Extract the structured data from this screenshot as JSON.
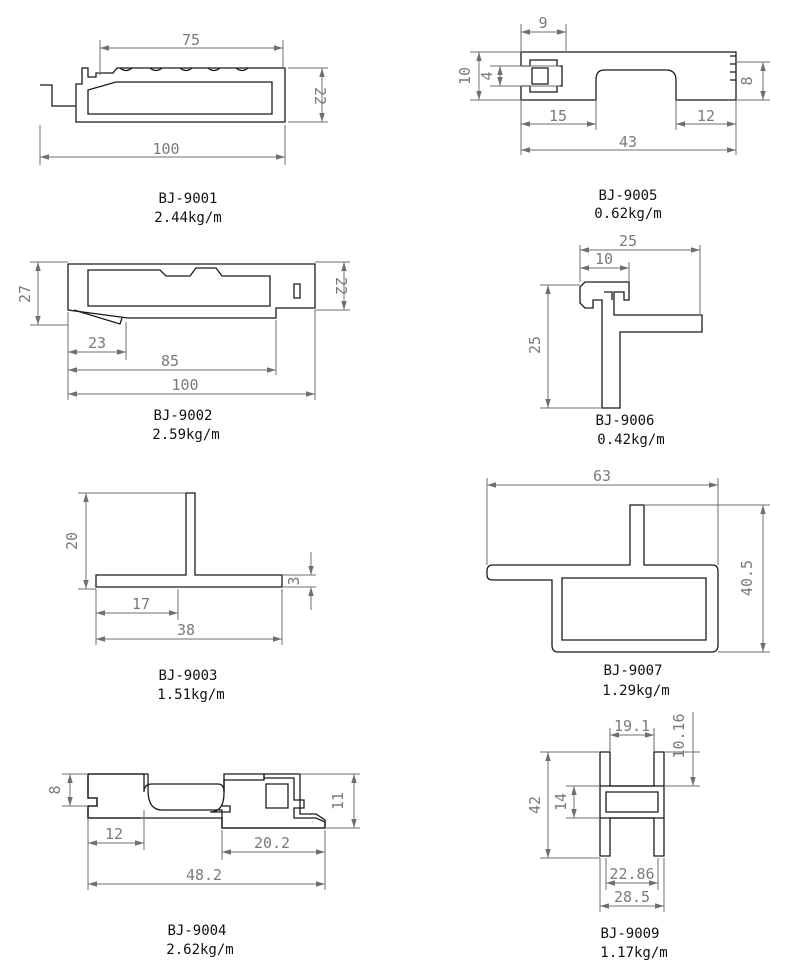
{
  "profiles": [
    {
      "code": "BJ-9001",
      "weight": "2.44kg/m",
      "dims": [
        "75",
        "22",
        "100"
      ]
    },
    {
      "code": "BJ-9005",
      "weight": "0.62kg/m",
      "dims": [
        "9",
        "10",
        "4",
        "8",
        "15",
        "12",
        "43"
      ]
    },
    {
      "code": "BJ-9002",
      "weight": "2.59kg/m",
      "dims": [
        "27",
        "22",
        "23",
        "85",
        "100"
      ]
    },
    {
      "code": "BJ-9006",
      "weight": "0.42kg/m",
      "dims": [
        "25",
        "10",
        "25"
      ]
    },
    {
      "code": "BJ-9003",
      "weight": "1.51kg/m",
      "dims": [
        "20",
        "3",
        "17",
        "38"
      ]
    },
    {
      "code": "BJ-9007",
      "weight": "1.29kg/m",
      "dims": [
        "63",
        "40.5"
      ]
    },
    {
      "code": "BJ-9004",
      "weight": "2.62kg/m",
      "dims": [
        "8",
        "11",
        "12",
        "20.2",
        "48.2"
      ]
    },
    {
      "code": "BJ-9009",
      "weight": "1.17kg/m",
      "dims": [
        "19.1",
        "10.16",
        "42",
        "14",
        "22.86",
        "28.5"
      ]
    }
  ]
}
